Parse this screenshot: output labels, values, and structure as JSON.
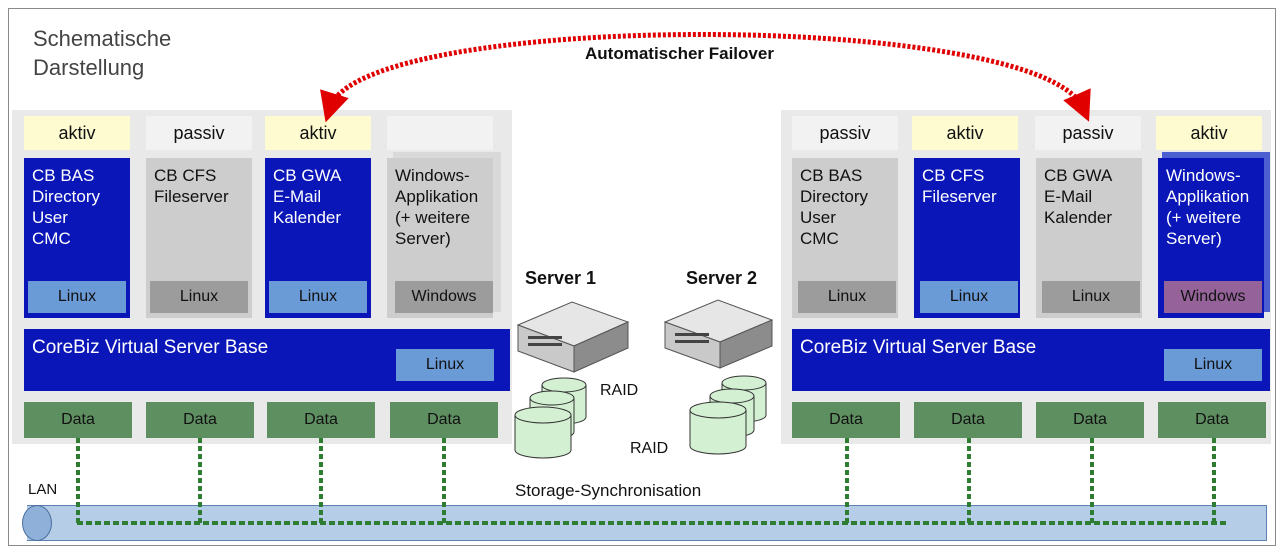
{
  "title_lines": [
    "Schematische",
    "Darstellung"
  ],
  "failover_label": "Automatischer Failover",
  "servers": [
    "Server 1",
    "Server 2"
  ],
  "raid_label": "RAID",
  "storage_sync_label": "Storage-Synchronisation",
  "lan_label": "LAN",
  "left_cluster": {
    "vms": [
      {
        "status": "aktiv",
        "active": true,
        "lines": [
          "CB BAS",
          "Directory",
          "User",
          "CMC"
        ],
        "os": "Linux",
        "os_color": "blue"
      },
      {
        "status": "passiv",
        "active": false,
        "lines": [
          "CB CFS",
          "Fileserver"
        ],
        "os": "Linux",
        "os_color": "grey"
      },
      {
        "status": "aktiv",
        "active": true,
        "lines": [
          "CB GWA",
          "E-Mail",
          "Kalender"
        ],
        "os": "Linux",
        "os_color": "blue"
      },
      {
        "status": "",
        "active": false,
        "lines": [
          "Windows-",
          "Applikation",
          "(+ weitere",
          "Server)"
        ],
        "os": "Windows",
        "os_color": "grey"
      }
    ],
    "base_label": "CoreBiz Virtual Server Base",
    "base_os": "Linux",
    "data_label": "Data"
  },
  "right_cluster": {
    "vms": [
      {
        "status": "passiv",
        "active": false,
        "lines": [
          "CB BAS",
          "Directory",
          "User",
          "CMC"
        ],
        "os": "Linux",
        "os_color": "grey"
      },
      {
        "status": "aktiv",
        "active": true,
        "lines": [
          "CB CFS",
          "Fileserver"
        ],
        "os": "Linux",
        "os_color": "blue"
      },
      {
        "status": "passiv",
        "active": false,
        "lines": [
          "CB GWA",
          "E-Mail",
          "Kalender"
        ],
        "os": "Linux",
        "os_color": "grey"
      },
      {
        "status": "aktiv",
        "active": true,
        "lines": [
          "Windows-",
          "Applikation",
          "(+ weitere",
          "Server)"
        ],
        "os": "Windows",
        "os_color": "purple"
      }
    ],
    "base_label": "CoreBiz Virtual Server Base",
    "base_os": "Linux",
    "data_label": "Data"
  },
  "colors": {
    "active_service": "#0a16b7",
    "passive_service": "#cdcdcd",
    "data": "#5e8f61",
    "failover_arrow": "#e00000",
    "lan": "#b5cde6"
  }
}
